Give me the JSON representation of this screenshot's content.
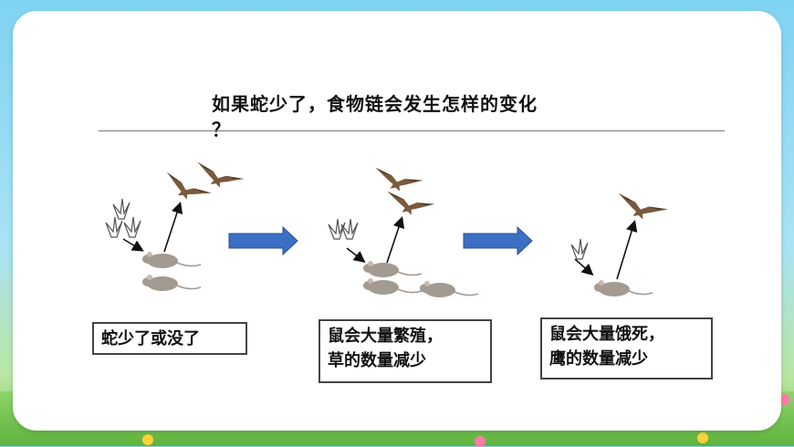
{
  "question": {
    "line1": "如果蛇少了，食物链会发生怎样的变化",
    "line2": "？"
  },
  "boxes": [
    {
      "line1": "蛇少了或没了",
      "line2": ""
    },
    {
      "line1": "鼠会大量繁殖，",
      "line2": "草的数量减少"
    },
    {
      "line1": "鼠会大量饿死，",
      "line2": "鹰的数量减少"
    }
  ],
  "colors": {
    "arrow_fill": "#3a6fc4",
    "arrow_stroke": "#2a4f8f",
    "bird": "#7a5a3c",
    "mouse": "#9a9088"
  },
  "icons": [
    "hawk-icon",
    "mouse-icon",
    "grass-icon",
    "block-arrow-icon"
  ]
}
